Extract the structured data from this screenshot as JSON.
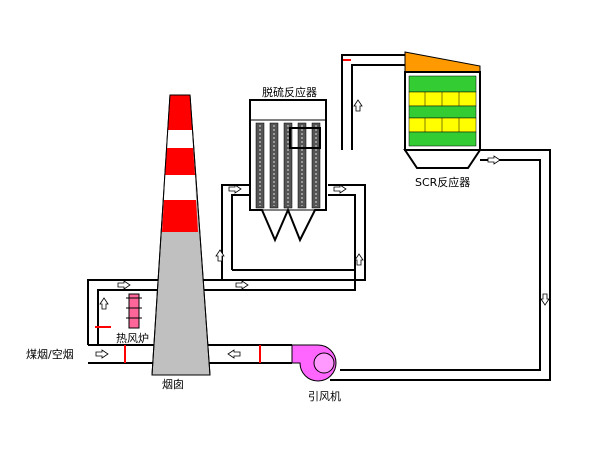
{
  "labels": {
    "desulfurization_reactor": "脱硫反应器",
    "scr_reactor": "SCR反应器",
    "heat_stove": "热风炉",
    "chimney": "烟囱",
    "induced_fan": "引风机",
    "inlet": "煤烟/空烟"
  },
  "colors": {
    "pipe": "#000000",
    "chimney_red": "#ff0000",
    "chimney_gray": "#c0c0c0",
    "fan": "#ff66ff",
    "scr_yellow": "#ffff00",
    "scr_green": "#33cc33",
    "scr_orange": "#ff9900",
    "stove": "#ff6699"
  }
}
